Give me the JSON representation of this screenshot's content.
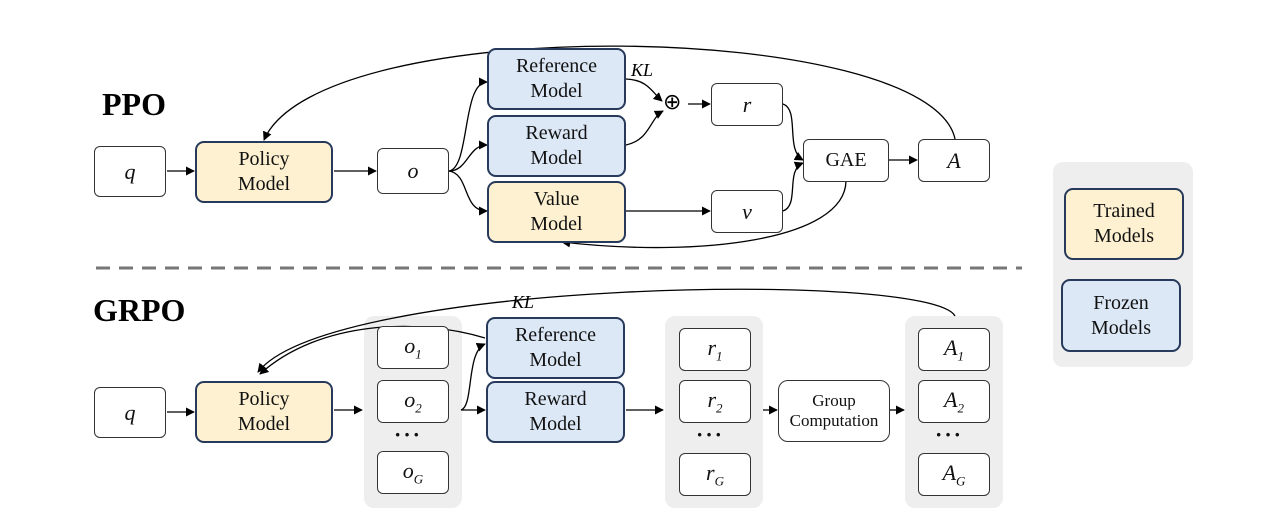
{
  "ppo": {
    "title": "PPO",
    "q": "q",
    "policy": [
      "Policy",
      "Model"
    ],
    "o": "o",
    "reference": [
      "Reference",
      "Model"
    ],
    "reward": [
      "Reward",
      "Model"
    ],
    "value": [
      "Value",
      "Model"
    ],
    "kl": "KL",
    "oplus": "⊕",
    "r": "r",
    "v": "v",
    "gae": "GAE",
    "a": "A"
  },
  "grpo": {
    "title": "GRPO",
    "q": "q",
    "policy": [
      "Policy",
      "Model"
    ],
    "outputs": [
      {
        "base": "o",
        "sub": "1"
      },
      {
        "base": "o",
        "sub": "2"
      },
      {
        "base": "o",
        "sub": "G"
      }
    ],
    "reference": [
      "Reference",
      "Model"
    ],
    "reward": [
      "Reward",
      "Model"
    ],
    "kl": "KL",
    "rewards": [
      {
        "base": "r",
        "sub": "1"
      },
      {
        "base": "r",
        "sub": "2"
      },
      {
        "base": "r",
        "sub": "G"
      }
    ],
    "group": [
      "Group",
      "Computation"
    ],
    "advantages": [
      {
        "base": "A",
        "sub": "1"
      },
      {
        "base": "A",
        "sub": "2"
      },
      {
        "base": "A",
        "sub": "G"
      }
    ],
    "ellipsis": "···"
  },
  "legend": {
    "trained": [
      "Trained",
      "Models"
    ],
    "frozen": [
      "Frozen",
      "Models"
    ]
  },
  "colors": {
    "trained_fill": "#fdf1d1",
    "frozen_fill": "#dce8f6",
    "model_border": "#273a5c",
    "divider": "#777777",
    "panel": "#eeeeee"
  }
}
